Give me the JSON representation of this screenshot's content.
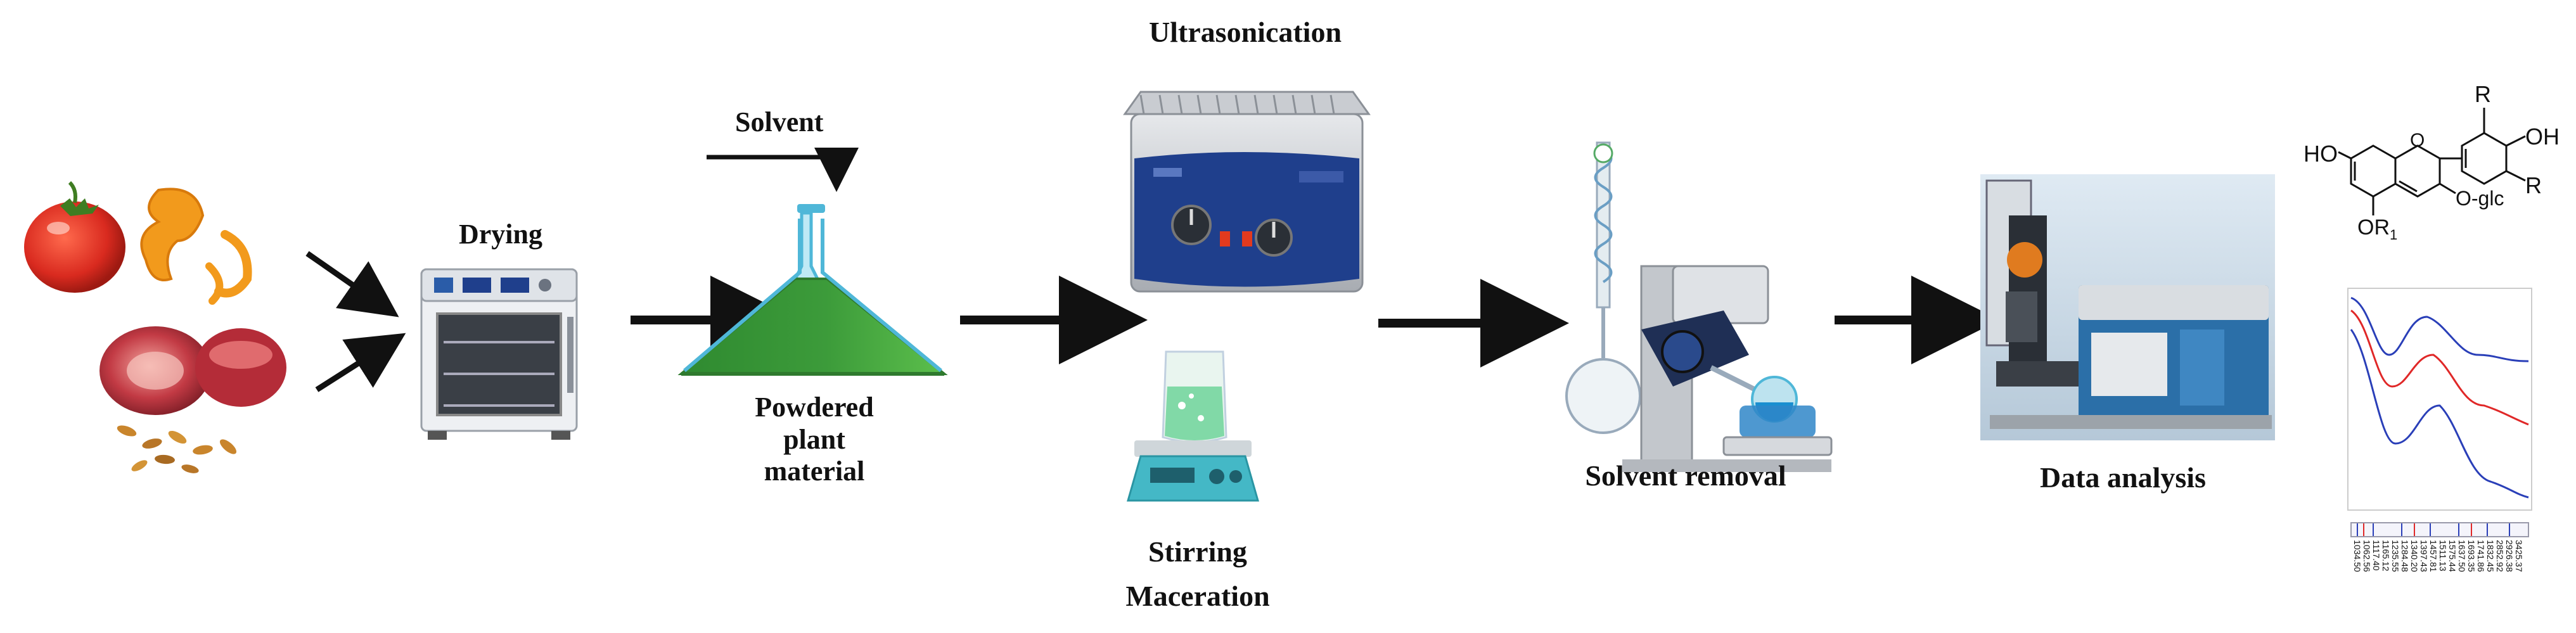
{
  "diagram": {
    "labels": {
      "drying": "Drying",
      "solvent": "Solvent",
      "powdered_line1": "Powdered",
      "powdered_line2": "plant",
      "powdered_line3": "material",
      "ultrasonication": "Ultrasonication",
      "stirring": "Stirring",
      "maceration": "Maceration",
      "solvent_removal": "Solvent removal",
      "data_analysis": "Data analysis"
    },
    "structure": {
      "r_top": "R",
      "oh_right": "OH",
      "r_right": "R",
      "ho_left": "HO",
      "o_plus": "O",
      "o_glc": "O-glc",
      "or1": "OR",
      "or1_sub": "1"
    },
    "spectrum_ticks": [
      "1034.50",
      "1062.56",
      "1117.40",
      "1165.12",
      "1235.55",
      "1284.48",
      "1340.20",
      "1397.43",
      "1457.81",
      "1511.13",
      "1575.44",
      "1637.50",
      "1693.35",
      "1741.86",
      "1832.45",
      "2852.92",
      "2926.38",
      "3425.37"
    ],
    "colors": {
      "arrow": "#111111",
      "flask_liquid": "#3c9b3a",
      "flask_glass": "#4fb7d8",
      "tomato": "#d92a1f",
      "orange": "#f29a1c",
      "grape": "#c23a44",
      "bath_body": "#b8bcc2",
      "bath_panel": "#1f3f8c",
      "stirrer_body": "#44b8c6",
      "spectrum_blue": "#2a3fb8",
      "spectrum_red": "#e02828"
    },
    "icons": [
      "tomato-icon",
      "orange-peel-icon",
      "grape-icon",
      "seeds-icon",
      "drying-oven-icon",
      "erlenmeyer-flask-icon",
      "ultrasonic-bath-icon",
      "magnetic-stirrer-icon",
      "rotary-evaporator-icon",
      "spectrometer-icon",
      "anthocyanin-structure-icon",
      "spectrum-plot-icon"
    ]
  }
}
